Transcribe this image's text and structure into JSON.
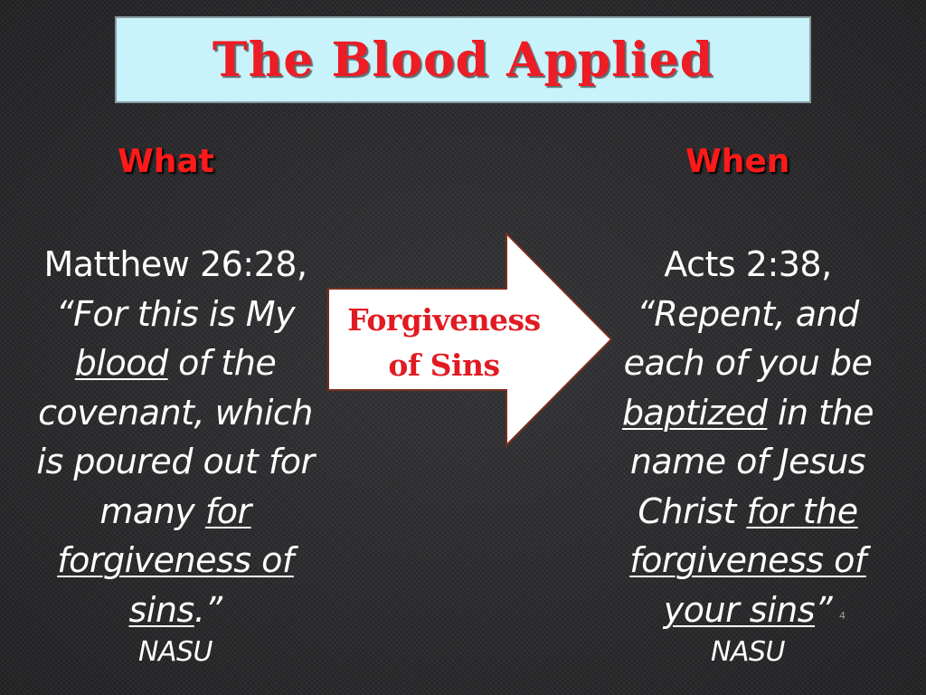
{
  "title": "The Blood Applied",
  "left": {
    "heading": "What",
    "reference": "Matthew 26:28,",
    "l2": "“For this is My",
    "l3_u": "blood",
    "l3": " of the",
    "l4": "covenant, which",
    "l5": "is poured out for",
    "l6": "many ",
    "l6_u": "for",
    "l7_u": "forgiveness of",
    "l8_u": "sins",
    "l8": ".”",
    "version": "NASU"
  },
  "arrow": {
    "line1": "Forgiveness",
    "line2": "of Sins",
    "fill": "#ffffff",
    "stroke": "#7a2e1e"
  },
  "right": {
    "heading": "When",
    "reference": "Acts 2:38,",
    "l2": "“Repent, and",
    "l3": "each of you be",
    "l4_u": "baptized",
    "l4": " in the",
    "l5": "name of Jesus",
    "l6": "Christ ",
    "l6_u": "for the",
    "l7_u": "forgiveness of",
    "l8_u": "your sins",
    "l8": "”",
    "version": "NASU"
  },
  "slide_number": "4",
  "colors": {
    "title_red": "#ee1c24",
    "heading_red": "#ff1a1a",
    "title_bg": "#c9f3fa",
    "background": "#2b2b2d"
  }
}
